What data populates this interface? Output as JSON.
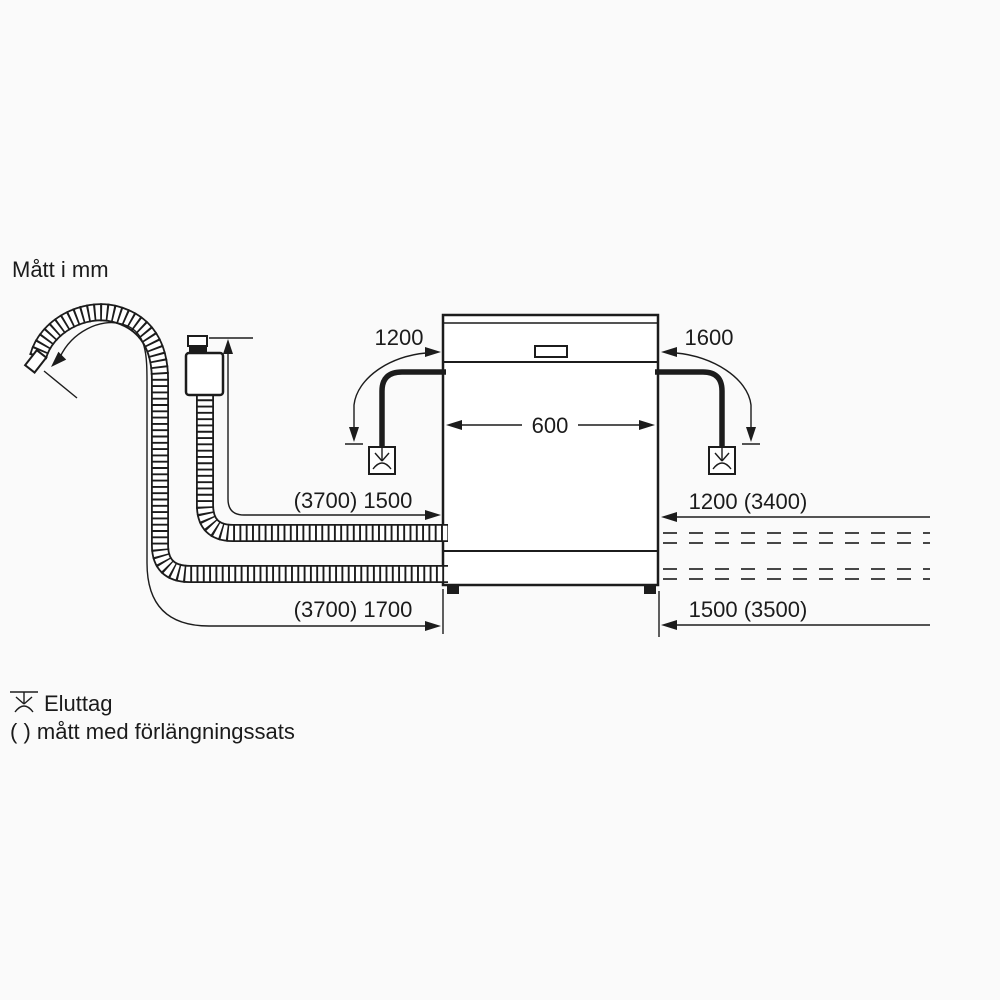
{
  "title": "Mått i mm",
  "diagram": {
    "appliance": {
      "width_label": "600"
    },
    "power_cord": {
      "left_length": "1200",
      "right_length": "1600"
    },
    "supply_hose": {
      "left_length": "(3700) 1500",
      "right_length": "1200 (3400)"
    },
    "drain_hose": {
      "left_length": "(3700) 1700",
      "right_length": "1500 (3500)"
    }
  },
  "legend": {
    "socket_label": "Eluttag",
    "note": "( ) mått med förlängningssats"
  },
  "colors": {
    "line": "#1c1c1c",
    "background": "#fafafa",
    "ink": "#1b1b1b"
  }
}
